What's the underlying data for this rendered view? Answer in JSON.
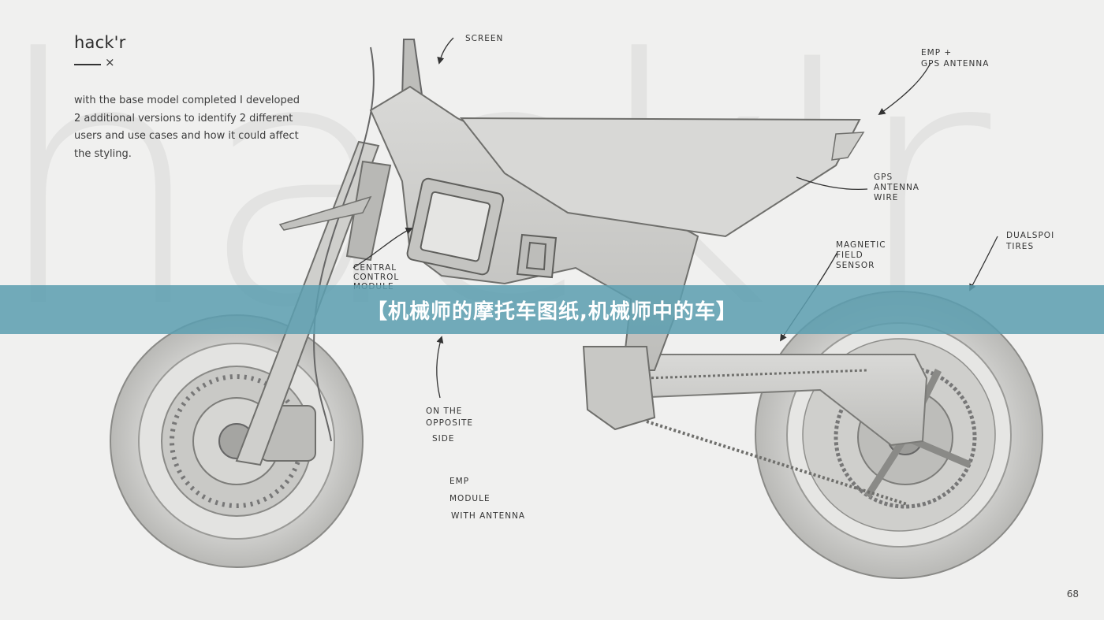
{
  "slide": {
    "watermark": "hack'r",
    "brand": "hack'r",
    "close_glyph": "×",
    "description": "with the base model completed I developed 2 additional versions to identify 2 different users and use cases and how it could affect the styling.",
    "page_number": "68"
  },
  "annotations": {
    "screen": "SCREEN",
    "emp_gps_line1": "EMP +",
    "emp_gps_line2": "GPS ANTENNA",
    "gps_wire_line1": "GPS",
    "gps_wire_line2": "ANTENNA",
    "gps_wire_line3": "WIRE",
    "central_line1": "CENTRAL",
    "central_line2": "CONTROL",
    "central_line3": "MODULE",
    "magnetic_line1": "MAGNETIC",
    "magnetic_line2": "FIELD",
    "magnetic_line3": "SENSOR",
    "dual_line1": "DUALSPOI",
    "dual_line2": "TIRES",
    "opposite_line1": "ON THE",
    "opposite_line2": "OPPOSITE",
    "opposite_line3": "SIDE",
    "emp_module_line1": "EMP",
    "emp_module_line2": "MODULE",
    "emp_module_line3": "WITH ANTENNA"
  },
  "banner": {
    "title": "【机械师的摩托车图纸,机械师中的车】"
  },
  "colors": {
    "background": "#f0f0ef",
    "banner": "#5c9eb0"
  }
}
